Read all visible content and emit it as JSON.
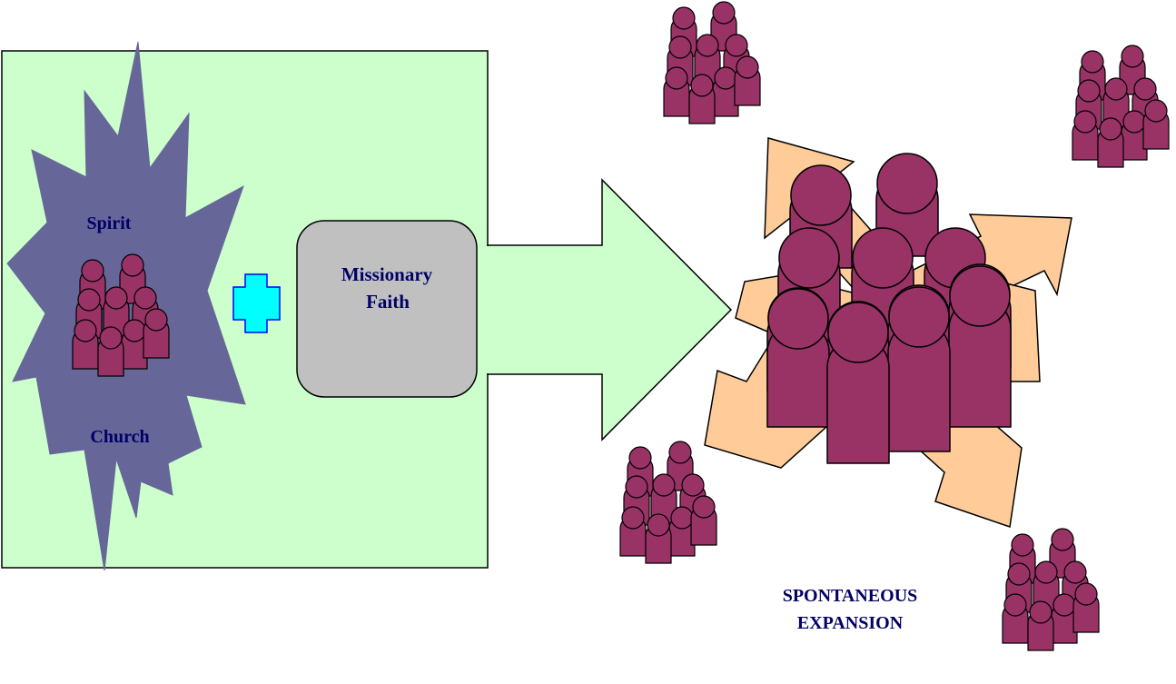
{
  "labels": {
    "spirit": "Spirit",
    "church": "Church",
    "missionary_faith_line1": "Missionary",
    "missionary_faith_line2": "Faith",
    "expansion_line1": "SPONTANEOUS",
    "expansion_line2": "EXPANSION"
  },
  "colors": {
    "panel_fill": "#ccffcc",
    "burst_fill": "#666699",
    "person_fill": "#993366",
    "plus_fill": "#00ffff",
    "box_fill": "#c0c0c0",
    "arrow_fill": "#ffcc99",
    "text_dark": "#000066"
  }
}
